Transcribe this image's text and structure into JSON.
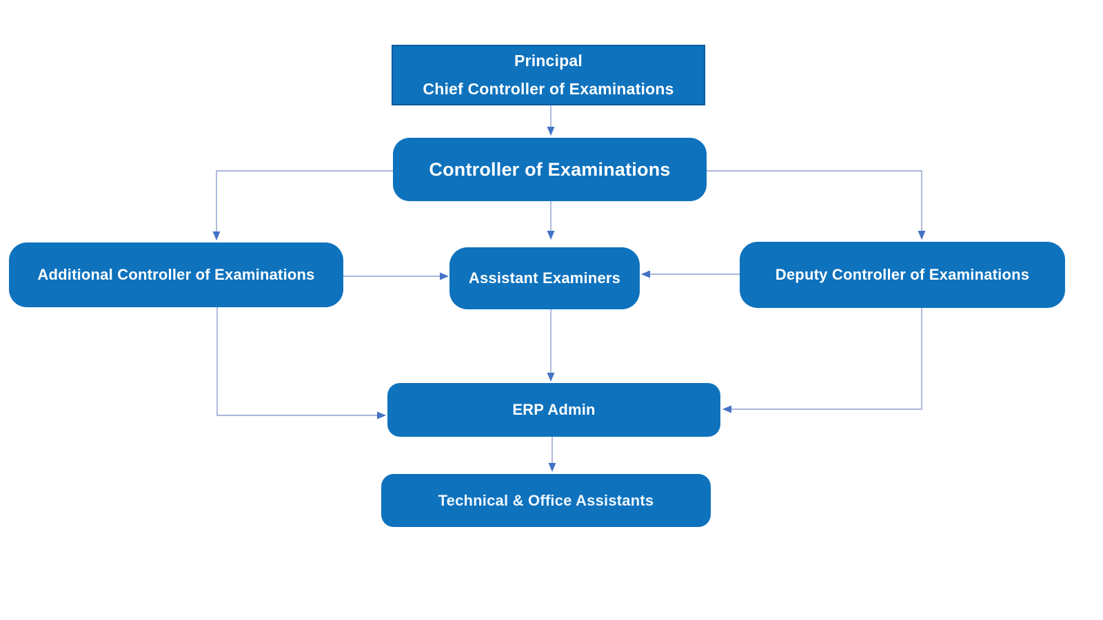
{
  "diagram": {
    "kind": "organization-chart",
    "background": "#ffffff"
  },
  "colors": {
    "node_fill": "#0e72bd",
    "node_border": "#0a5a9c",
    "node_text": "#ffffff",
    "connector_line": "#8e9ece",
    "arrowhead": "#4472c4"
  },
  "nodes": {
    "principal": {
      "line1": "Principal",
      "line2": "Chief Controller of Examinations"
    },
    "controller": {
      "label": "Controller of Examinations"
    },
    "additional_controller": {
      "label": "Additional Controller of Examinations"
    },
    "assistant_examiners": {
      "label": "Assistant Examiners"
    },
    "deputy_controller": {
      "label": "Deputy Controller of Examinations"
    },
    "erp_admin": {
      "label": "ERP Admin"
    },
    "technical_office_assistants": {
      "label": "Technical & Office Assistants"
    }
  },
  "edges": [
    {
      "from": "principal",
      "to": "controller"
    },
    {
      "from": "controller",
      "to": "additional_controller"
    },
    {
      "from": "controller",
      "to": "assistant_examiners"
    },
    {
      "from": "controller",
      "to": "deputy_controller"
    },
    {
      "from": "additional_controller",
      "to": "assistant_examiners"
    },
    {
      "from": "deputy_controller",
      "to": "assistant_examiners"
    },
    {
      "from": "assistant_examiners",
      "to": "erp_admin"
    },
    {
      "from": "additional_controller",
      "to": "erp_admin"
    },
    {
      "from": "deputy_controller",
      "to": "erp_admin"
    },
    {
      "from": "erp_admin",
      "to": "technical_office_assistants"
    }
  ]
}
